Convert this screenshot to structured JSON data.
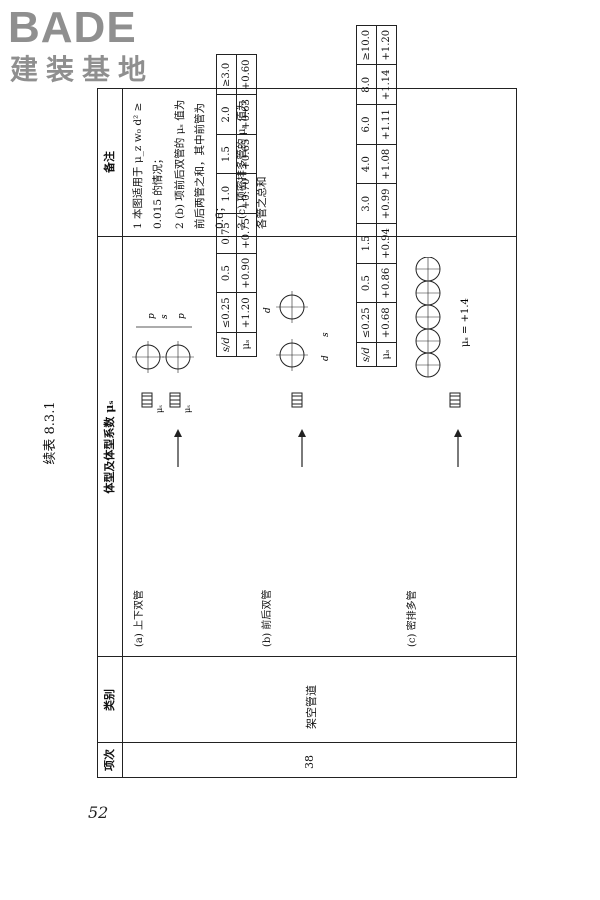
{
  "logo": {
    "brand": "BADE",
    "brand_cn": "建装基地"
  },
  "caption": "续表 8.3.1",
  "headers": {
    "item": "项次",
    "category": "类别",
    "body": "体型及体型系数 μₛ",
    "notes": "备注"
  },
  "row": {
    "item_no": "38",
    "category": "架空管道",
    "sections": {
      "a": {
        "title": "(a) 上下双管",
        "labels": {
          "row1": "s/d",
          "row2": "μₛ"
        },
        "sd": [
          "≤0.25",
          "0.5",
          "0.75",
          "1.0",
          "1.5",
          "2.0",
          "≥3.0"
        ],
        "mu": [
          "+1.20",
          "+0.90",
          "+0.75",
          "+0.70",
          "+0.65",
          "+0.63",
          "+0.60"
        ]
      },
      "b": {
        "title": "(b) 前后双管",
        "labels": {
          "row1": "s/d",
          "row2": "μₛ"
        },
        "sd": [
          "≤0.25",
          "0.5",
          "1.5",
          "3.0",
          "4.0",
          "6.0",
          "8.0",
          "≥10.0"
        ],
        "mu": [
          "+0.68",
          "+0.86",
          "+0.94",
          "+0.99",
          "+1.08",
          "+1.11",
          "+1.14",
          "+1.20"
        ]
      },
      "c": {
        "title": "(c) 密排多管",
        "mu_value": "μₛ = +1.4"
      }
    },
    "notes": [
      "1  本图适用于 μ_z w₀ d² ≥ 0.015 的情况；",
      "2  (b) 项前后双管的 μₛ 值为前后两管之和，其中前管为 0.6；",
      "3  (c) 项密排多管的 μₛ 值为各管之总和"
    ]
  },
  "diagram_labels": {
    "p": "p",
    "s": "s",
    "d": "d",
    "mu": "μₛ"
  },
  "page_number": "52"
}
